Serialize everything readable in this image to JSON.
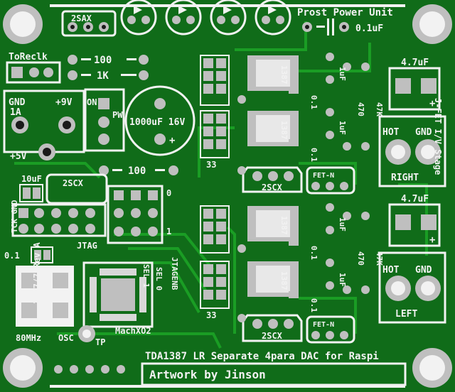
{
  "colors": {
    "board": "#0f5a17",
    "board_fill": "#18a522",
    "silk": "#f2f2f2",
    "pad": "#bfbfbf",
    "hole": "#1a1a1a"
  },
  "labels": {
    "prost": "Prost Power Unit",
    "cap_01uf": "0.1uF",
    "toreclk": "ToReclk",
    "r100_a": "100",
    "r1k": "1K",
    "gnd": "GND",
    "plus9v": "+9V",
    "one_a": "1A",
    "plus5v": "+5V",
    "on": "ON",
    "pw": "PW",
    "cap1000": "1000uF 16V",
    "plus": "+",
    "r100_b": "100",
    "c10uf": "10uF",
    "sscx_a": "2SCX",
    "sscx_top": "2SAX",
    "tck": "TCK GND",
    "jtag": "JTAG",
    "c01": "0.1",
    "date": "2017/7 Rev A",
    "mhz": "80MHz",
    "osc": "OSC",
    "tp": "TP",
    "machxo2": "MachXO2",
    "sel0": "SEL 0",
    "sel1": "SEL 1",
    "jtagenb": "JTAGENB",
    "num0": "0",
    "num1": "1",
    "n33a": "33",
    "n33b": "33",
    "chip": "1387",
    "c01_small": "0.1",
    "c1uf": "1uF",
    "r470": "470",
    "r47k": "47K",
    "jfet": "J-FET I/V Stage",
    "fetn": "FET-N",
    "sscx_b": "2SCX",
    "sscx_c": "2SCX",
    "c47uf": "4.7uF",
    "hot": "HOT",
    "gnd2": "GND",
    "right": "RIGHT",
    "left": "LEFT",
    "title": "TDA1387 LR Separate 4para DAC for Raspi",
    "artwork": "Artwork by Jinson"
  }
}
